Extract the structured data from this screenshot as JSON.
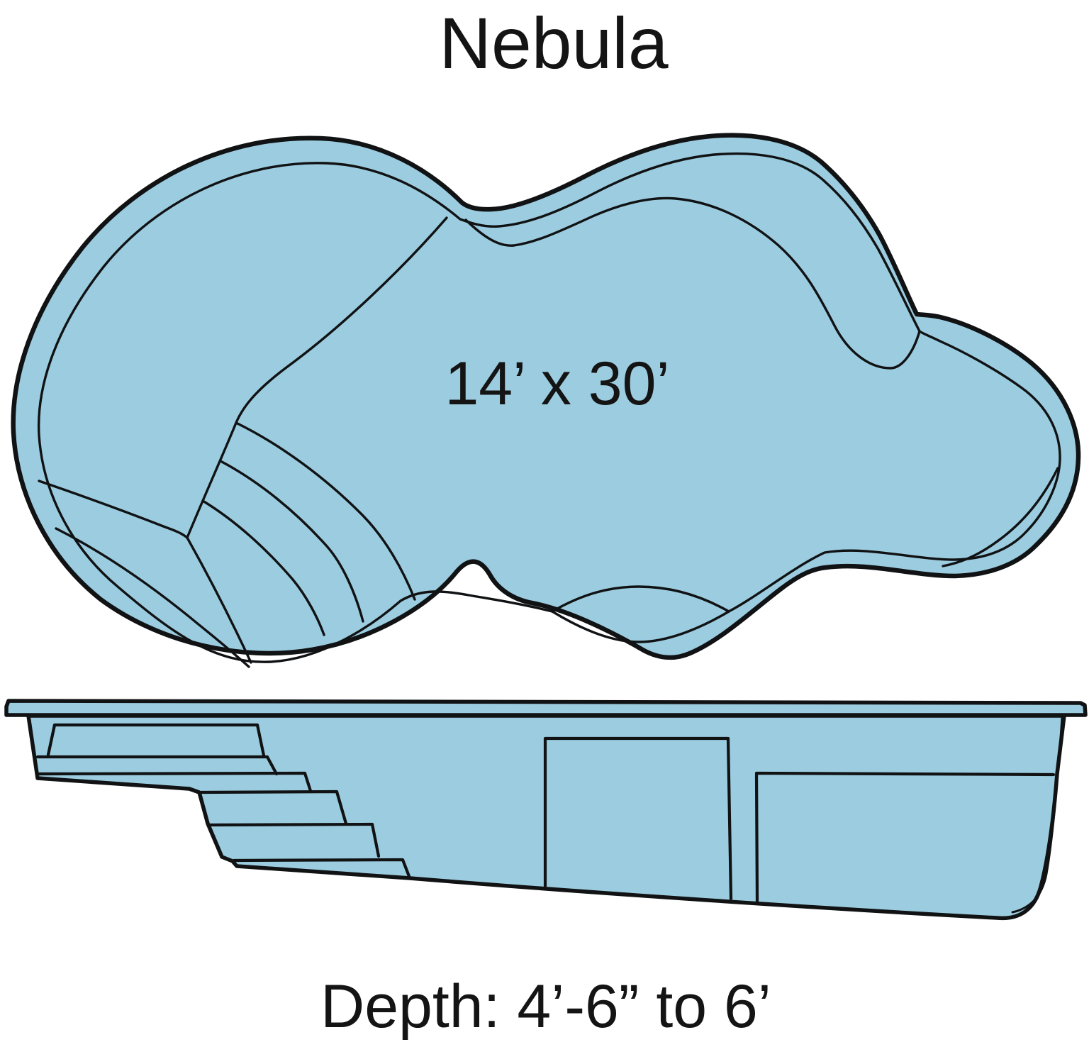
{
  "title": "Nebula",
  "pool": {
    "size_label": "14’ x 30’",
    "depth_label": "Depth: 4’-6” to 6’"
  },
  "colors": {
    "pool_fill": "#9CCCDF",
    "outline": "#101214",
    "background": "#FFFFFF",
    "text": "#141414"
  }
}
